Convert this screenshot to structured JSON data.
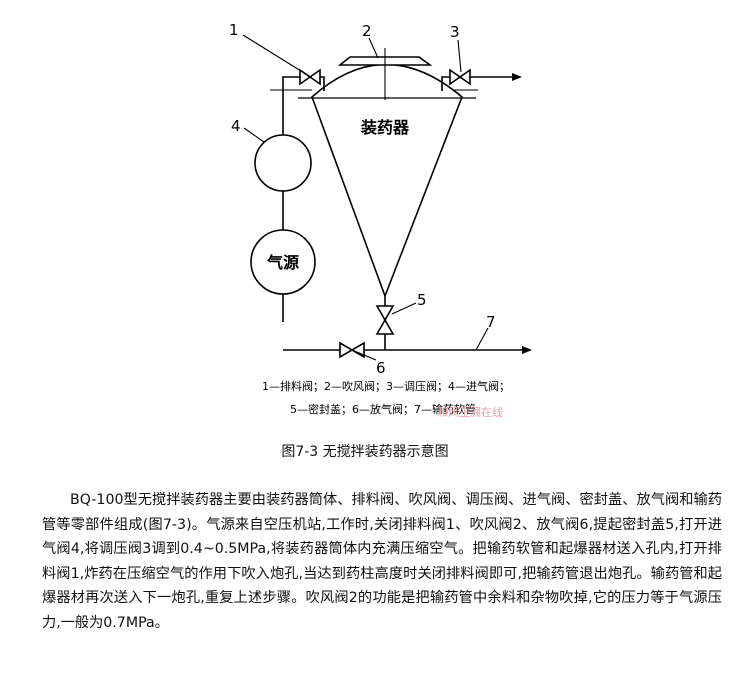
{
  "figure": {
    "part_numbers": [
      "1",
      "2",
      "3",
      "4",
      "5",
      "6",
      "7"
    ],
    "vessel_label": "装药器",
    "source_label": "气源",
    "legend_line1": "1—排料阀；2—吹风阀；3—调压阀；4—进气阀；",
    "legend_line2": "5—密封盖；6—放气阀；7—输药软管",
    "watermark": "和风王漏在线"
  },
  "caption": "图7-3 无搅拌装药器示意图",
  "paragraph": "BQ-100型无搅拌装药器主要由装药器筒体、排料阀、吹风阀、调压阀、进气阀、密封盖、放气阀和输药管等零部件组成(图7-3)。气源来自空压机站,工作时,关闭排料阀1、吹风阀2、放气阀6,提起密封盖5,打开进气阀4,将调压阀3调到0.4~0.5MPa,将装药器筒体内充满压缩空气。把输药软管和起爆器材送入孔内,打开排料阀1,炸药在压缩空气的作用下吹入炮孔,当达到药柱高度时关闭排料阀即可,把输药管退出炮孔。输药管和起爆器材再次送入下一炮孔,重复上述步骤。吹风阀2的功能是把输药管中余料和杂物吹掉,它的压力等于气源压力,一般为0.7MPa。"
}
